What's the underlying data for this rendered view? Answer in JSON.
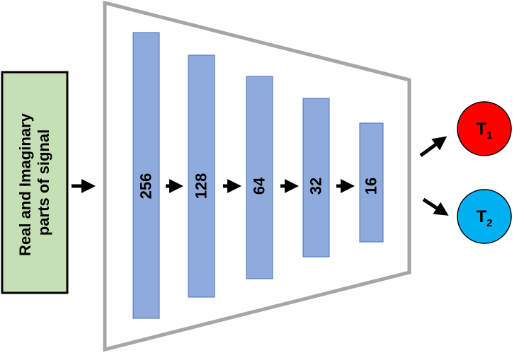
{
  "input": {
    "line1": "Real and Imaginary",
    "line2": "parts of signal"
  },
  "layers": [
    {
      "units": "256"
    },
    {
      "units": "128"
    },
    {
      "units": "64"
    },
    {
      "units": "32"
    },
    {
      "units": "16"
    }
  ],
  "outputs": [
    {
      "letter": "T",
      "subscript": "1",
      "color": "#ff0000"
    },
    {
      "letter": "T",
      "subscript": "2",
      "color": "#00b0f0"
    }
  ],
  "colors": {
    "input_fill": "#c5e0b4",
    "layer_fill": "#8faadc",
    "layer_stroke": "#4472c4",
    "trapezoid_stroke": "#a6a6a6"
  }
}
